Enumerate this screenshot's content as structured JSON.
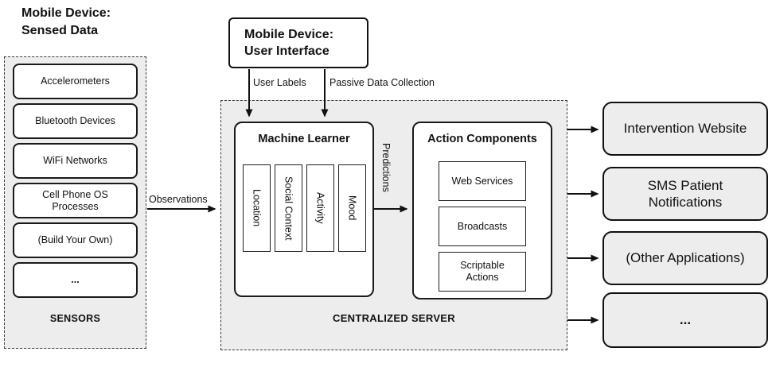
{
  "colors": {
    "panel_bg": "#ededed",
    "node_bg": "#ffffff",
    "line": "#111111"
  },
  "left": {
    "title_line1": "Mobile Device:",
    "title_line2": "Sensed Data",
    "sensors": [
      "Accelerometers",
      "Bluetooth Devices",
      "WiFi Networks",
      "Cell Phone OS Processes",
      "(Build Your Own)",
      "..."
    ],
    "footer": "SENSORS"
  },
  "ui": {
    "title_line1": "Mobile Device:",
    "title_line2": "User Interface"
  },
  "labels": {
    "user_labels": "User Labels",
    "passive_data": "Passive Data Collection",
    "observations": "Observations",
    "predictions": "Predictions"
  },
  "server": {
    "footer": "CENTRALIZED SERVER",
    "machine_learner": {
      "title": "Machine Learner",
      "models": [
        "Location",
        "Social Context",
        "Activity",
        "Mood"
      ]
    },
    "action_components": {
      "title": "Action Components",
      "items": [
        "Web Services",
        "Broadcasts",
        "Scriptable Actions"
      ]
    }
  },
  "outputs": [
    "Intervention Website",
    "SMS Patient Notifications",
    "(Other Applications)",
    "..."
  ]
}
